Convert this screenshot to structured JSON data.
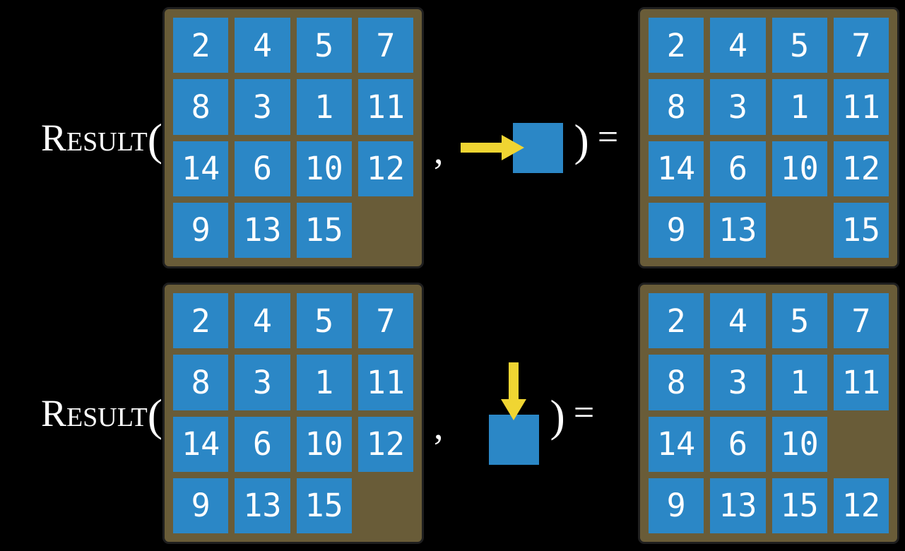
{
  "colors": {
    "background": "#000000",
    "tile_blue": "#2B87C6",
    "board_brown": "#695C38",
    "arrow_yellow": "#F0D532",
    "text_white": "#FFFFFF"
  },
  "rows": [
    {
      "function_name": "Result",
      "open_paren": "(",
      "comma": ",",
      "action": {
        "direction": "right",
        "icon": "right-arrow-into-tile"
      },
      "close_paren": ")",
      "equals": "=",
      "input_grid": [
        [
          "2",
          "4",
          "5",
          "7"
        ],
        [
          "8",
          "3",
          "1",
          "11"
        ],
        [
          "14",
          "6",
          "10",
          "12"
        ],
        [
          "9",
          "13",
          "15",
          ""
        ]
      ],
      "result_grid": [
        [
          "2",
          "4",
          "5",
          "7"
        ],
        [
          "8",
          "3",
          "1",
          "11"
        ],
        [
          "14",
          "6",
          "10",
          "12"
        ],
        [
          "9",
          "13",
          "",
          "15"
        ]
      ]
    },
    {
      "function_name": "Result",
      "open_paren": "(",
      "comma": ",",
      "action": {
        "direction": "down",
        "icon": "down-arrow-into-tile"
      },
      "close_paren": ")",
      "equals": "=",
      "input_grid": [
        [
          "2",
          "4",
          "5",
          "7"
        ],
        [
          "8",
          "3",
          "1",
          "11"
        ],
        [
          "14",
          "6",
          "10",
          "12"
        ],
        [
          "9",
          "13",
          "15",
          ""
        ]
      ],
      "result_grid": [
        [
          "2",
          "4",
          "5",
          "7"
        ],
        [
          "8",
          "3",
          "1",
          "11"
        ],
        [
          "14",
          "6",
          "10",
          ""
        ],
        [
          "9",
          "13",
          "15",
          "12"
        ]
      ]
    }
  ]
}
